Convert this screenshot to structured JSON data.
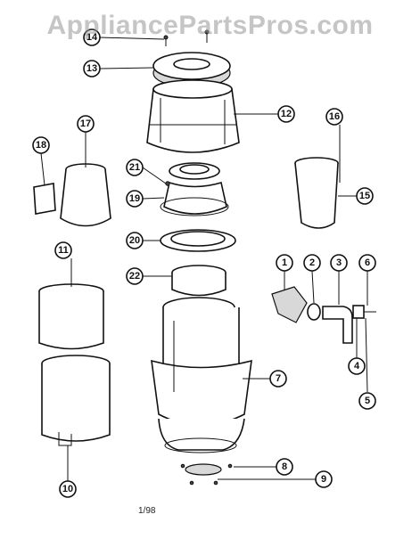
{
  "watermark": "AppliancePartsPros.com",
  "footer_date": "1/98",
  "colors": {
    "line": "#111111",
    "watermark": "#969696",
    "shade": "#d8d8d8"
  },
  "callouts": [
    "1",
    "2",
    "3",
    "4",
    "5",
    "6",
    "7",
    "8",
    "9",
    "10",
    "11",
    "12",
    "13",
    "14",
    "15",
    "16",
    "17",
    "18",
    "19",
    "20",
    "21",
    "22"
  ]
}
